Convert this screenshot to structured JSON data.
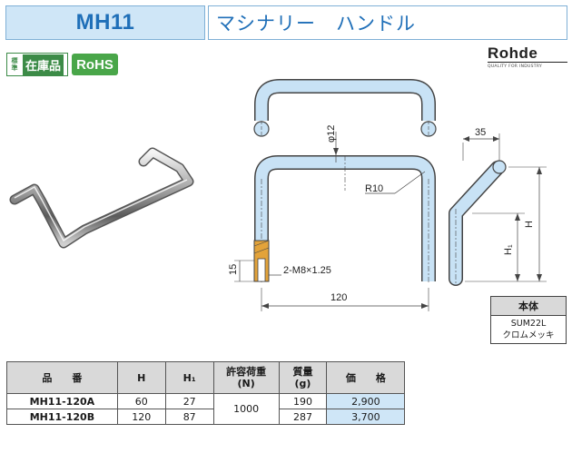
{
  "header": {
    "code": "MH11",
    "name": "マシナリー　ハンドル"
  },
  "badges": {
    "stock_small": "標準",
    "stock_big": "在庫品",
    "rohs": "RoHS"
  },
  "logo": {
    "brand": "Rohde",
    "tagline": "QUALITY FOR INDUSTRY"
  },
  "drawing": {
    "dia": "φ12",
    "radius": "R10",
    "thread": "2-M8×1.25",
    "depth": "15",
    "pitch": "120",
    "offset": "35",
    "height": "H",
    "height1": "H₁"
  },
  "material": {
    "header": "本体",
    "line1": "SUM22L",
    "line2": "クロムメッキ"
  },
  "table": {
    "headers": {
      "part": "品　　番",
      "h": "H",
      "h1": "H₁",
      "load": "許容荷重\n(N)",
      "mass": "質量\n(g)",
      "price": "価　　格"
    },
    "rows": [
      {
        "part": "MH11-120A",
        "h": "60",
        "h1": "27",
        "load": "1000",
        "mass": "190",
        "price": "2,900"
      },
      {
        "part": "MH11-120B",
        "h": "120",
        "h1": "87",
        "load": "",
        "mass": "287",
        "price": "3,700"
      }
    ]
  },
  "colors": {
    "accent": "#1f6fb8",
    "header_fill": "#cfe6f7",
    "handle_fill": "#c8e2f5",
    "stock_green": "#3c8b47",
    "rohs_green": "#49a649"
  }
}
